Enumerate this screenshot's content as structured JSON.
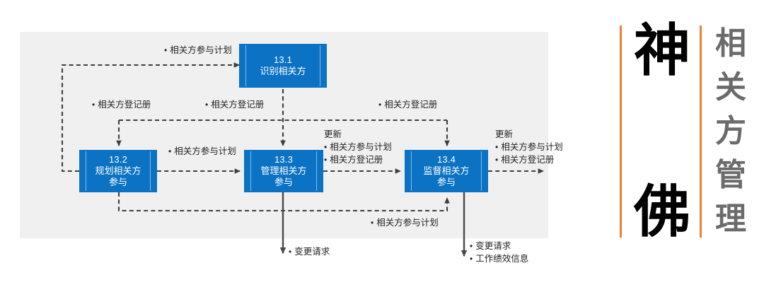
{
  "diagram": {
    "title_plate": {
      "brand_chars": [
        "神",
        "佛"
      ],
      "subject_chars": [
        "相",
        "关",
        "方",
        "管",
        "理"
      ],
      "subject_text": "相关方管理",
      "brand_text": "神佛",
      "accent_color": "#f0802f",
      "brand_color": "#000000",
      "subject_color": "#6b6b6b"
    },
    "panel": {
      "background_color": "#f0f0f0"
    },
    "box_color": "#0b72c4",
    "processes": [
      {
        "id": "13.1",
        "number": "13.1",
        "name": "识别相关方"
      },
      {
        "id": "13.2",
        "number": "13.2",
        "name": "规划相关方\n参与"
      },
      {
        "id": "13.3",
        "number": "13.3",
        "name": "管理相关方\n参与"
      },
      {
        "id": "13.4",
        "number": "13.4",
        "name": "监督相关方\n参与"
      }
    ],
    "labels": [
      {
        "id": "in-to-131",
        "bullets": [
          "相关方参与计划"
        ]
      },
      {
        "id": "reg-left",
        "bullets": [
          "相关方登记册"
        ]
      },
      {
        "id": "reg-mid",
        "bullets": [
          "相关方登记册"
        ]
      },
      {
        "id": "reg-right",
        "bullets": [
          "相关方登记册"
        ]
      },
      {
        "id": "plan-132-133",
        "bullets": [
          "相关方参与计划"
        ]
      },
      {
        "id": "upd-133-134",
        "heading": "更新",
        "bullets": [
          "相关方参与计划",
          "相关方登记册"
        ]
      },
      {
        "id": "upd-134-out",
        "heading": "更新",
        "bullets": [
          "相关方参与计划",
          "相关方登记册"
        ]
      },
      {
        "id": "plan-feedback",
        "bullets": [
          "相关方参与计划"
        ]
      },
      {
        "id": "out-133",
        "bullets": [
          "变更请求"
        ]
      },
      {
        "id": "out-134",
        "bullets": [
          "变更请求",
          "工作绩效信息"
        ]
      }
    ]
  }
}
